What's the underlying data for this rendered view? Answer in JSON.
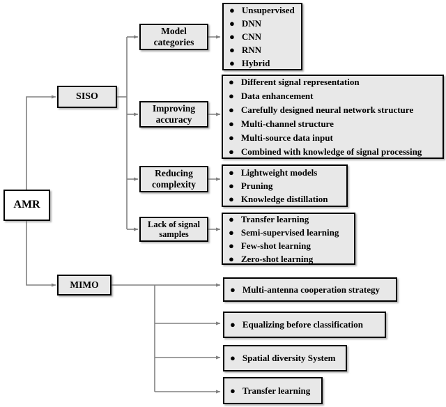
{
  "diagram": {
    "title": "AMR taxonomy diagram",
    "root": {
      "label": "AMR"
    },
    "branches": [
      {
        "name": "siso",
        "label": "SISO",
        "children": [
          {
            "name": "model-categories",
            "label": "Model categories",
            "items": [
              "Unsupervised",
              "DNN",
              "CNN",
              "RNN",
              "Hybrid"
            ]
          },
          {
            "name": "improving-accuracy",
            "label": "Improving accuracy",
            "items": [
              "Different signal representation",
              "Data enhancement",
              "Carefully designed neural network structure",
              "Multi-channel structure",
              "Multi-source data input",
              "Combined with knowledge of signal processing"
            ]
          },
          {
            "name": "reducing-complexity",
            "label": "Reducing complexity",
            "items": [
              "Lightweight models",
              "Pruning",
              "Knowledge distillation"
            ]
          },
          {
            "name": "lack-of-signal-samples",
            "label": "Lack of signal samples",
            "items": [
              "Transfer learning",
              "Semi-supervised learning",
              "Few-shot learning",
              "Zero-shot learning"
            ]
          }
        ]
      },
      {
        "name": "mimo",
        "label": "MIMO",
        "leaves": [
          "Multi-antenna cooperation strategy",
          "Equalizing before classification",
          "Spatial diversity System",
          "Transfer learning"
        ]
      }
    ],
    "bullet_glyph": "●",
    "colors": {
      "box_fill": "#e8e8e8",
      "root_fill": "#ffffff",
      "border": "#000000",
      "connector": "#808080",
      "text": "#000000",
      "background": "#ffffff"
    }
  }
}
